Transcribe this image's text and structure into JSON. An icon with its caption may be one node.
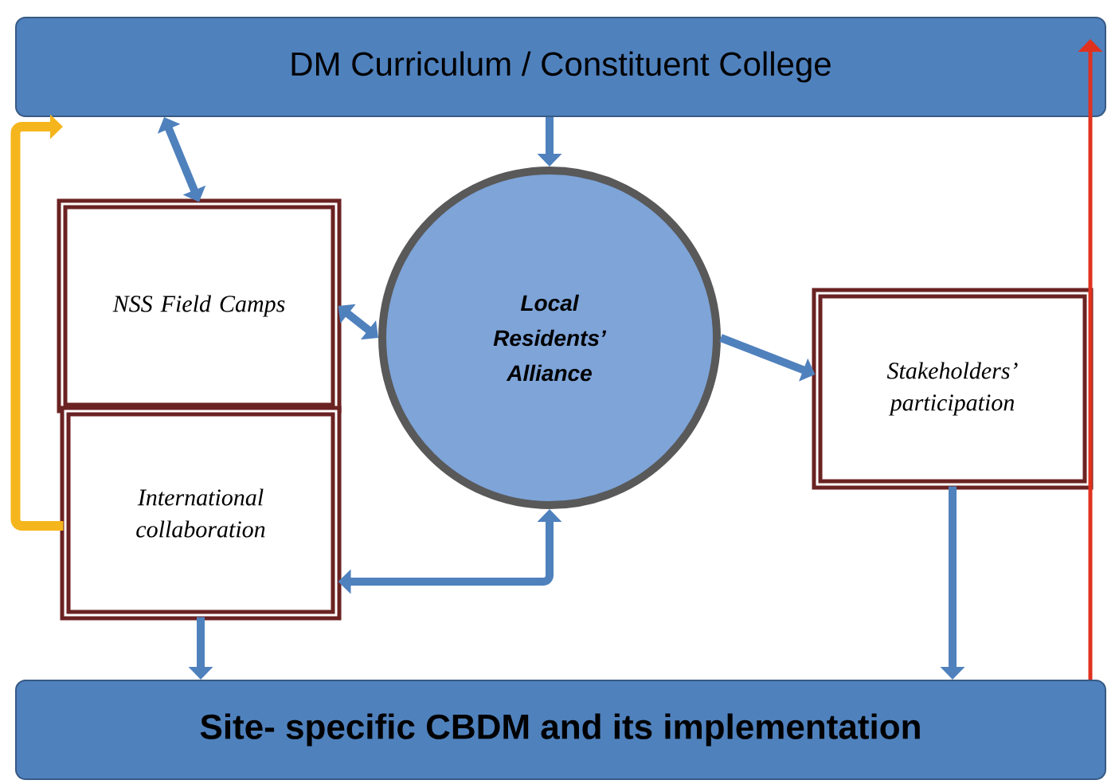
{
  "diagram": {
    "nodes": [
      {
        "text": [
          "DM Curriculum / Constituent College"
        ]
      },
      {
        "text": [
          "NSS Field Camps"
        ]
      },
      {
        "text": [
          "Local Residents’ Alliance"
        ]
      },
      {
        "text": [
          "International collaboration"
        ]
      },
      {
        "text": [
          "Stakeholders’ participation"
        ]
      },
      {
        "text": [
          "Site- specific CBDM and its implementation"
        ]
      }
    ],
    "edges": [
      {
        "from": 0,
        "to": 1,
        "arrow": "both"
      },
      {
        "from": 0,
        "to": 2,
        "arrow": "to"
      },
      {
        "from": 1,
        "to": 2,
        "arrow": "both"
      },
      {
        "from": 3,
        "to": 2,
        "arrow": "both"
      },
      {
        "from": 2,
        "to": 4,
        "arrow": "to"
      },
      {
        "from": 3,
        "to": 5,
        "arrow": "to"
      },
      {
        "from": 4,
        "to": 5,
        "arrow": "to"
      },
      {
        "from": 3,
        "to": 0,
        "arrow": "to",
        "color": "#f5b51c"
      },
      {
        "from": 5,
        "to": 0,
        "arrow": "to",
        "color": "#e0311f"
      }
    ]
  }
}
